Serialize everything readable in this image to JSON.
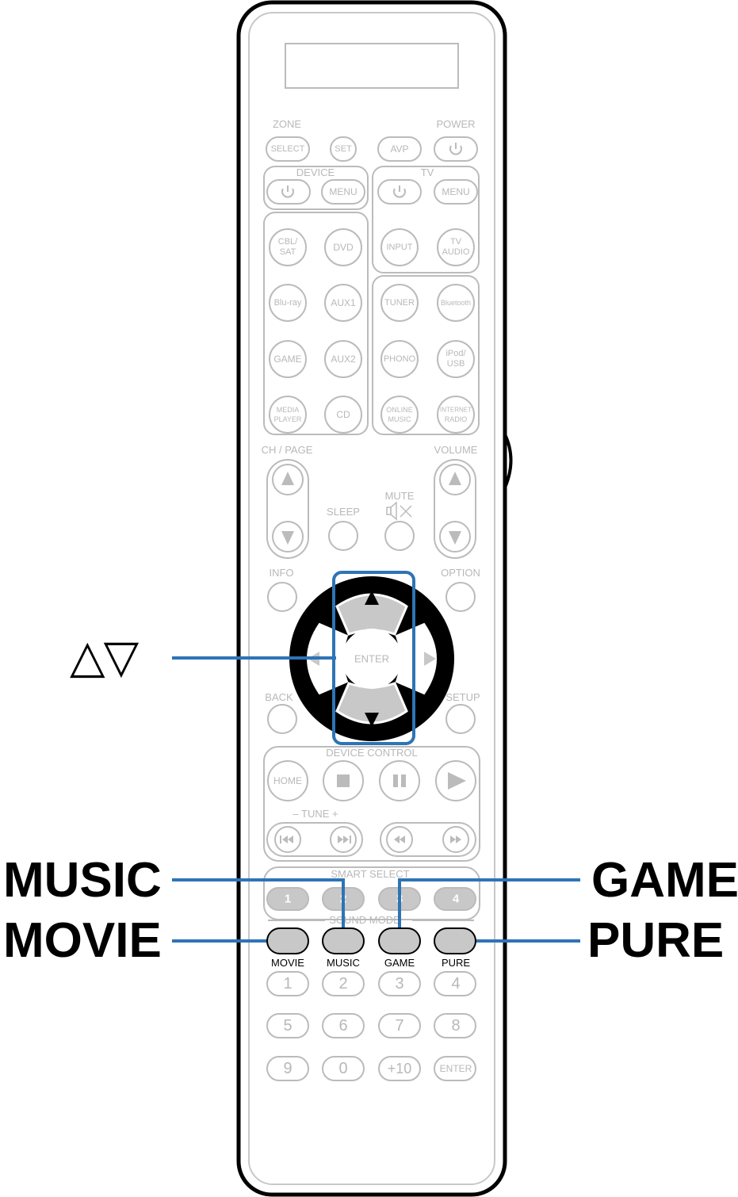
{
  "callouts": {
    "updown": "△▽",
    "music": "MUSIC",
    "movie": "MOVIE",
    "game": "GAME",
    "pure": "PURE"
  },
  "remote": {
    "zone_label": "ZONE",
    "power_label": "POWER",
    "select": "SELECT",
    "set": "SET",
    "avp": "AVP",
    "device_label": "DEVICE",
    "tv_label": "TV",
    "menu": "MENU",
    "inputs": {
      "cbl_sat_1": "CBL/",
      "cbl_sat_2": "SAT",
      "dvd": "DVD",
      "input": "INPUT",
      "tv_audio_1": "TV",
      "tv_audio_2": "AUDIO",
      "bluray": "Blu-ray",
      "aux1": "AUX1",
      "tuner": "TUNER",
      "bluetooth": "Bluetooth",
      "game": "GAME",
      "aux2": "AUX2",
      "phono": "PHONO",
      "ipod_1": "iPod/",
      "ipod_2": "USB",
      "media_1": "MEDIA",
      "media_2": "PLAYER",
      "cd": "CD",
      "online_1": "ONLINE",
      "online_2": "MUSIC",
      "internet_1": "INTERNET",
      "internet_2": "RADIO"
    },
    "ch_page_label": "CH / PAGE",
    "volume_label": "VOLUME",
    "mute_label": "MUTE",
    "sleep_label": "SLEEP",
    "info_label": "INFO",
    "option_label": "OPTION",
    "enter": "ENTER",
    "back_label": "BACK",
    "setup_label": "SETUP",
    "device_control_label": "DEVICE CONTROL",
    "home": "HOME",
    "tune_label": "–  TUNE  +",
    "smart_select_label": "SMART SELECT",
    "smart": [
      "1",
      "2",
      "3",
      "4"
    ],
    "sound_mode_label": "SOUND MODE",
    "sound_modes": [
      "MOVIE",
      "MUSIC",
      "GAME",
      "PURE"
    ],
    "numpad": [
      "1",
      "2",
      "3",
      "4",
      "5",
      "6",
      "7",
      "8",
      "9",
      "0",
      "+10",
      "ENTER"
    ]
  },
  "colors": {
    "callout_line": "#2e74b5",
    "highlight_button": "#c8c8c8",
    "body_outline": "#000000",
    "faint": "#b8b8b8"
  }
}
